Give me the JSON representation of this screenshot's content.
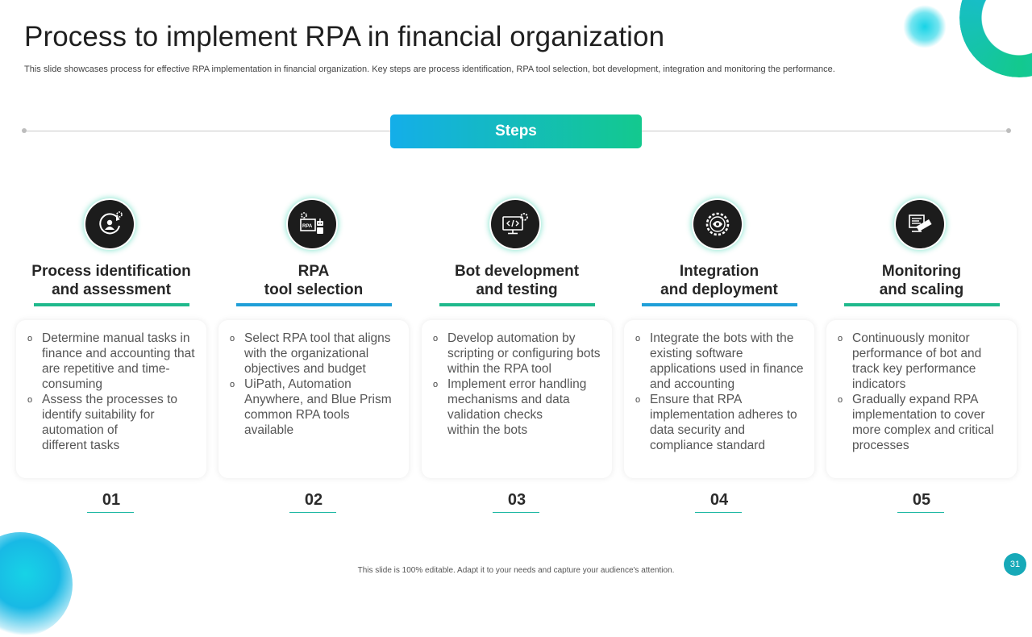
{
  "header": {
    "title": "Process to implement RPA in financial organization",
    "subtitle": "This slide showcases process for effective RPA implementation in financial organization. Key steps are process identification, RPA tool selection, bot development, integration and monitoring the performance."
  },
  "steps_label": "Steps",
  "colors": {
    "accent_blue": "#14aee9",
    "accent_green": "#13c98e",
    "icon_bg": "#1c1c1c"
  },
  "steps": [
    {
      "icon": "process-assessment-icon",
      "title": "Process identification\nand assessment",
      "bar_color": "green",
      "bullets": [
        "Determine manual tasks in finance and accounting that are repetitive and time-consuming",
        "Assess the processes to identify suitability for automation of\ndifferent tasks"
      ],
      "number": "01"
    },
    {
      "icon": "rpa-tool-icon",
      "title": "RPA\ntool selection",
      "bar_color": "blue",
      "bullets": [
        "Select RPA tool that aligns with the organizational objectives and budget",
        "UiPath, Automation Anywhere, and Blue Prism common RPA tools available"
      ],
      "number": "02"
    },
    {
      "icon": "code-development-icon",
      "title": "Bot development\nand testing",
      "bar_color": "green",
      "bullets": [
        "Develop automation by scripting or configuring bots within the RPA tool",
        "Implement error handling mechanisms and data validation checks\nwithin the bots"
      ],
      "number": "03"
    },
    {
      "icon": "integration-gear-icon",
      "title": "Integration\nand deployment",
      "bar_color": "blue",
      "bullets": [
        "Integrate the bots with the existing software applications used in finance and accounting",
        "Ensure that RPA implementation adheres to data security and compliance standard"
      ],
      "number": "04"
    },
    {
      "icon": "monitoring-dashboard-icon",
      "title": "Monitoring\nand scaling",
      "bar_color": "green",
      "bullets": [
        "Continuously monitor performance of bot and track key performance indicators",
        "Gradually expand RPA implementation to cover more complex and critical processes"
      ],
      "number": "05"
    }
  ],
  "footer": "This slide is 100% editable. Adapt it to your needs and capture your audience's attention.",
  "page_number": "31"
}
